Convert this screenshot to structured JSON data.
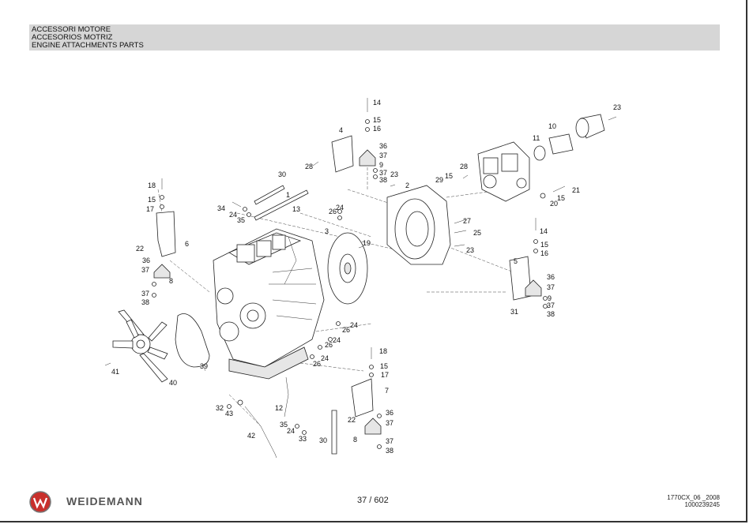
{
  "header": {
    "line1": "ACCESSORI MOTORE",
    "line2": "ACCESORIOS MOTRIZ",
    "line3": "ENGINE ATTACHMENTS PARTS"
  },
  "callouts": {
    "n1": "1",
    "n2": "2",
    "n3": "3",
    "n4": "4",
    "n5": "5",
    "n6": "6",
    "n7": "7",
    "n8": "8",
    "n9": "9",
    "n10": "10",
    "n11": "11",
    "n12": "12",
    "n13": "13",
    "n14": "14",
    "n15": "15",
    "n16": "16",
    "n17": "17",
    "n18": "18",
    "n19": "19",
    "n20": "20",
    "n21": "21",
    "n22": "22",
    "n23": "23",
    "n24": "24",
    "n25": "25",
    "n26": "26",
    "n27": "27",
    "n28": "28",
    "n29": "29",
    "n30": "30",
    "n31": "31",
    "n32": "32",
    "n33": "33",
    "n34": "34",
    "n35": "35",
    "n36": "36",
    "n37": "37",
    "n38": "38",
    "n39": "39",
    "n40": "40",
    "n41": "41",
    "n42": "42",
    "n43": "43"
  },
  "footer": {
    "brand": "WEIDEMANN",
    "page": "37 / 602",
    "doc_code": "1770CX_06 _2008",
    "doc_number": "1000239245"
  },
  "colors": {
    "header_band": "#d6d6d6",
    "logo_red": "#c8302c"
  }
}
